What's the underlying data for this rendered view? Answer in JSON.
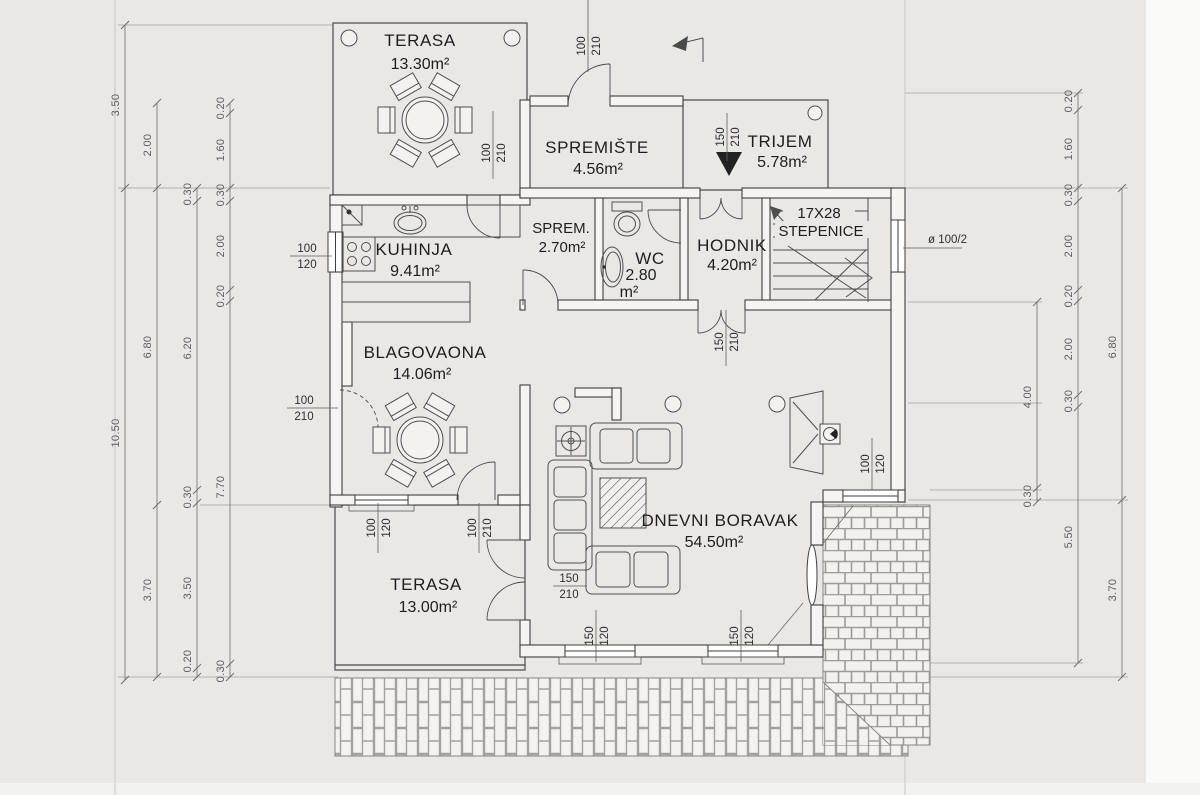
{
  "rooms": {
    "terasa_top": {
      "name": "TERASA",
      "area": "13.30m²"
    },
    "spremiste": {
      "name": "SPREMIŠTE",
      "area": "4.56m²"
    },
    "trijem": {
      "name": "TRIJEM",
      "area": "5.78m²"
    },
    "kuhinja": {
      "name": "KUHINJA",
      "area": "9.41m²"
    },
    "sprem": {
      "name": "SPREM.",
      "area": "2.70m²"
    },
    "wc": {
      "name": "WC",
      "area_value": "2.80",
      "area_unit": "m²"
    },
    "hodnik": {
      "name": "HODNIK",
      "area": "4.20m²"
    },
    "stepenice": {
      "name": "STEPENICE",
      "steps": "17X28"
    },
    "blagovaona": {
      "name": "BLAGOVAONA",
      "area": "14.06m²"
    },
    "dnevni_boravak": {
      "name": "DNEVNI BORAVAK",
      "area": "54.50m²"
    },
    "terasa_bottom": {
      "name": "TERASA",
      "area": "13.00m²"
    }
  },
  "openings": {
    "spremiste_ext_door": {
      "w": "100",
      "h": "210"
    },
    "terrace_kitchen_door": {
      "w": "100",
      "h": "210"
    },
    "trijem_door": {
      "w": "150",
      "h": "210"
    },
    "kitchen_window": {
      "w": "100",
      "h": "120"
    },
    "blagovaona_door": {
      "w": "100",
      "h": "210"
    },
    "hodnik_living_door": {
      "w": "150",
      "h": "210"
    },
    "blagovaona_terrace_window": {
      "w": "100",
      "h": "120"
    },
    "blagovaona_terrace_door": {
      "w": "100",
      "h": "210"
    },
    "living_terrace_door": {
      "w": "150",
      "h": "210"
    },
    "living_south_window_1": {
      "w": "150",
      "h": "120"
    },
    "living_south_window_2": {
      "w": "150",
      "h": "120"
    },
    "living_east_window": {
      "w": "100",
      "h": "120"
    }
  },
  "annotations": {
    "stair_window": "ø 100/2"
  },
  "dimensions": {
    "left": {
      "outer": [
        "3.50",
        "10.50"
      ],
      "second": [
        "2.00",
        "6.80",
        "3.70"
      ],
      "third": [
        "0.30",
        "6.20",
        "0.30",
        "3.50",
        "0.20"
      ],
      "inner": [
        "0.20",
        "1.60",
        "0.30",
        "2.00",
        "0.20",
        "7.70",
        "0.30"
      ]
    },
    "right": {
      "inner": [
        "4.00",
        "0.30"
      ],
      "second": [
        "0.20",
        "1.60",
        "0.30",
        "2.00",
        "0.20",
        "2.00",
        "0.30",
        "5.50"
      ],
      "outer": [
        "6.80",
        "3.70"
      ]
    }
  }
}
